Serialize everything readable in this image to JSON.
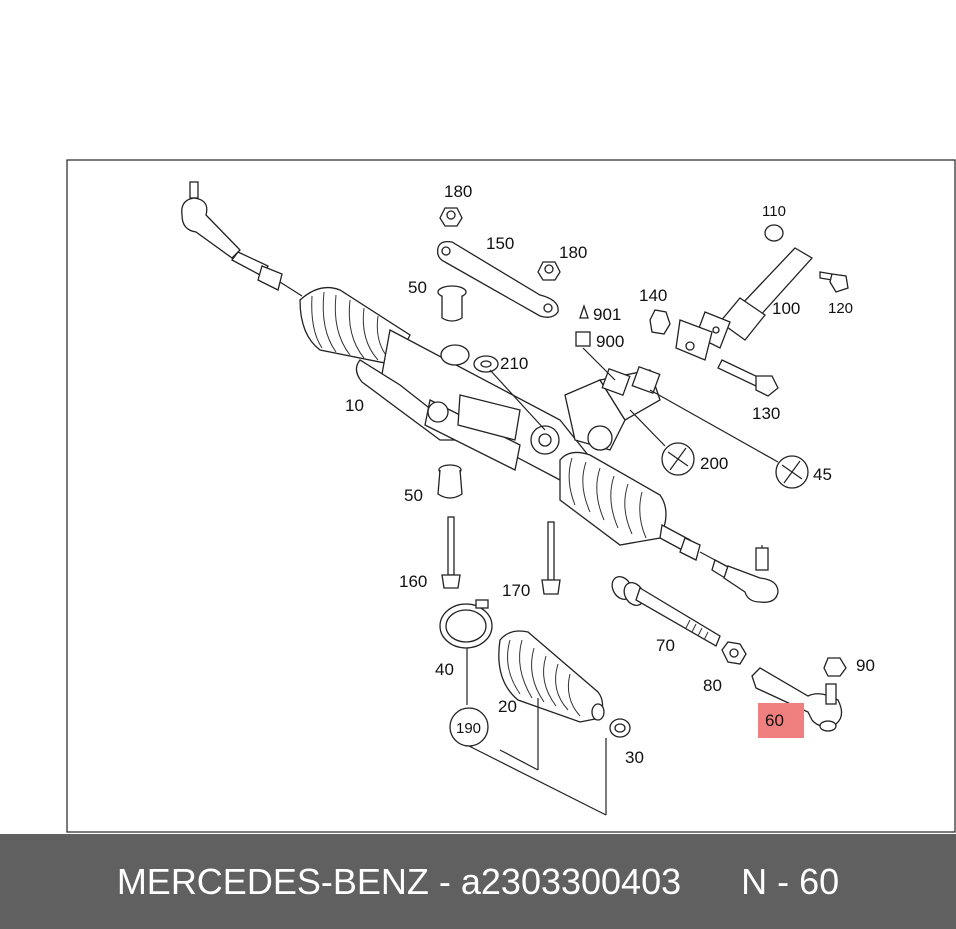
{
  "footer": {
    "brand": "MERCEDES-BENZ",
    "separator": "-",
    "part_number": "a2303300403",
    "position": "N - 60"
  },
  "diagram": {
    "highlight_color": "#f07f7f",
    "highlighted_callout": "60",
    "callouts": {
      "c180a": "180",
      "c150": "150",
      "c180b": "180",
      "c110": "110",
      "c50a": "50",
      "c901": "901",
      "c900": "900",
      "c140": "140",
      "c100": "100",
      "c120": "120",
      "c210": "210",
      "c10": "10",
      "c130": "130",
      "c200": "200",
      "c45": "45",
      "c50b": "50",
      "c160": "160",
      "c170": "170",
      "c70": "70",
      "c90": "90",
      "c40": "40",
      "c80": "80",
      "c20": "20",
      "c60": "60",
      "c190": "190",
      "c30": "30"
    }
  }
}
